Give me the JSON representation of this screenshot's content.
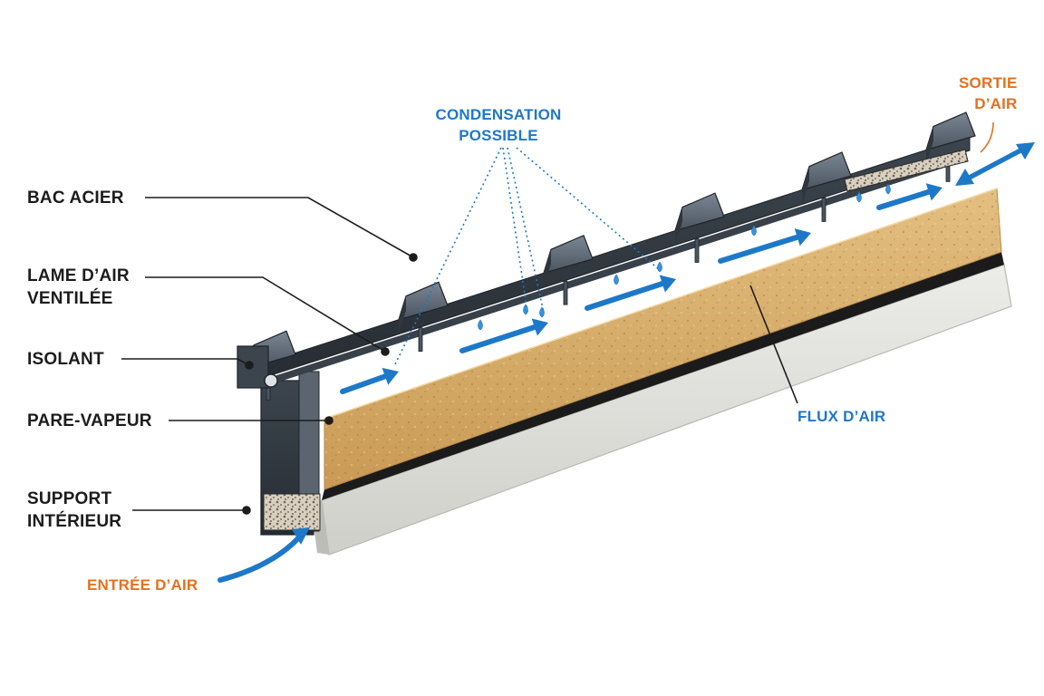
{
  "labels": {
    "bac_acier": "BAC ACIER",
    "lame_air": [
      "LAME D’AIR",
      "VENTILÉE"
    ],
    "isolant": "ISOLANT",
    "pare_vapeur": "PARE-VAPEUR",
    "support": [
      "SUPPORT",
      "INTÉRIEUR"
    ],
    "entree_air": "ENTRÉE D’AIR",
    "sortie_air": [
      "SORTIE",
      "D’AIR"
    ],
    "condensation": [
      "CONDENSATION",
      "POSSIBLE"
    ],
    "flux_air": "FLUX D’AIR"
  },
  "colors": {
    "steel": "#4a5560",
    "steel_light": "#6b7682",
    "steel_dark": "#2c333b",
    "insulation": "#d9b26f",
    "vapour_barrier": "#1b1b1b",
    "support": "#e2e2de",
    "air_arrow": "#1e78c8",
    "condensation": "#1e78c8",
    "accent_orange": "#e5701f",
    "text": "#1c1c1c"
  },
  "icons": [
    "air-flow-arrow",
    "water-drop",
    "leader-line"
  ]
}
